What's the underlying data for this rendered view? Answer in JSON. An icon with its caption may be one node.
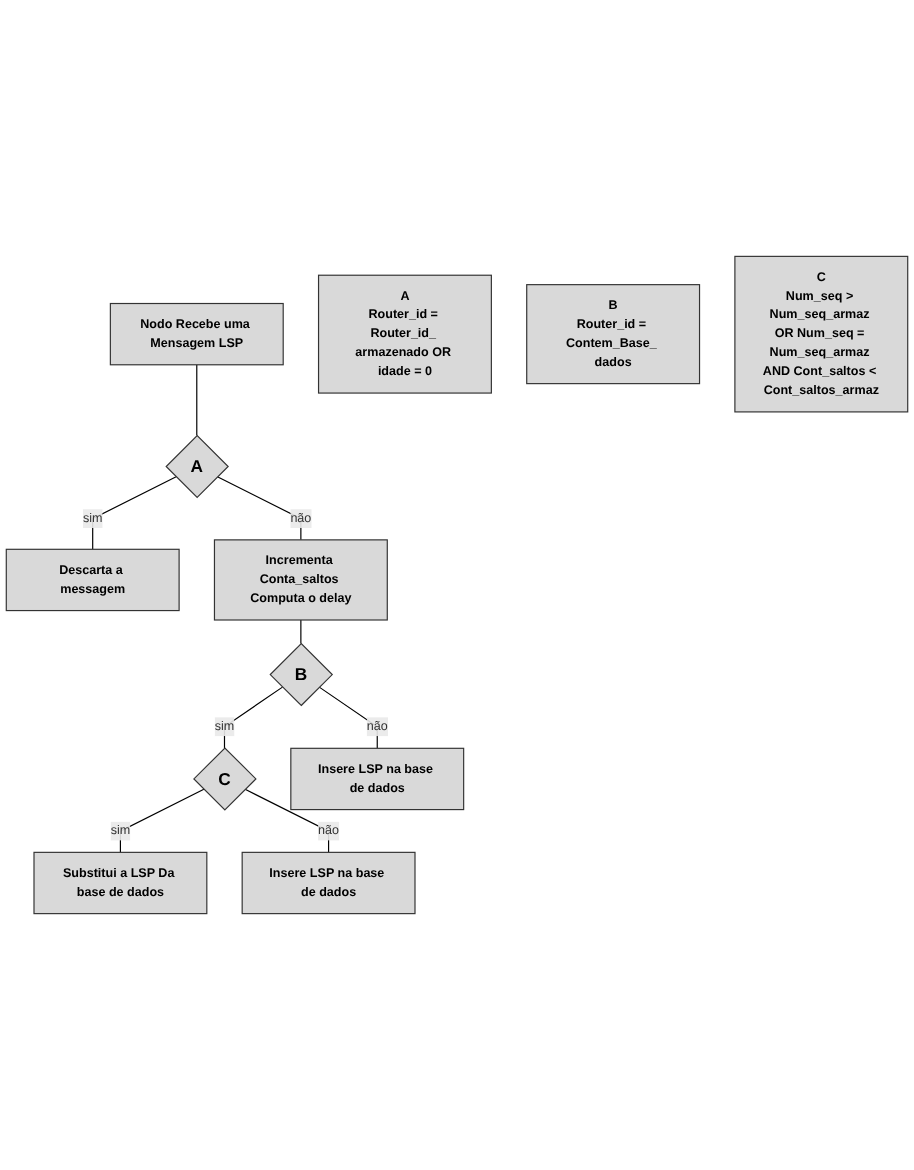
{
  "diagram": {
    "nodes": [
      {
        "text": [
          "Nodo Recebe uma Mensagem LSP"
        ]
      },
      {
        "text": [
          "A"
        ]
      },
      {
        "text": [
          "Descarta a messagem"
        ]
      },
      {
        "text": [
          "Incrementa Conta_saltos Computa o delay"
        ]
      },
      {
        "text": [
          "B"
        ]
      },
      {
        "text": [
          "Insere LSP na base de dados"
        ]
      },
      {
        "text": [
          "C"
        ]
      },
      {
        "text": [
          "Insere LSP na base de dados"
        ]
      },
      {
        "text": [
          "Substitui a LSP Da base de dados"
        ]
      },
      {
        "text": [
          "A",
          "Router_id = Router_id_ armazenado OR idade = 0"
        ]
      },
      {
        "text": [
          "B",
          "Router_id = Contem_Base_ dados"
        ]
      },
      {
        "text": [
          "C",
          "Num_seq > Num_seq_armaz OR Num_seq = Num_seq_armaz AND Cont_saltos < Cont_saltos_armaz"
        ]
      }
    ],
    "edges": [
      {
        "from": 0,
        "to": 1,
        "arrow": "none"
      },
      {
        "from": 1,
        "to": 2,
        "label": "sim",
        "arrow": "none"
      },
      {
        "from": 1,
        "to": 3,
        "label": "não",
        "arrow": "none"
      },
      {
        "from": 3,
        "to": 4,
        "arrow": "none"
      },
      {
        "from": 4,
        "to": 6,
        "label": "sim",
        "arrow": "none"
      },
      {
        "from": 4,
        "to": 5,
        "label": "não",
        "arrow": "none"
      },
      {
        "from": 6,
        "to": 8,
        "label": "sim",
        "arrow": "none"
      },
      {
        "from": 6,
        "to": 7,
        "label": "não",
        "arrow": "none"
      }
    ]
  }
}
